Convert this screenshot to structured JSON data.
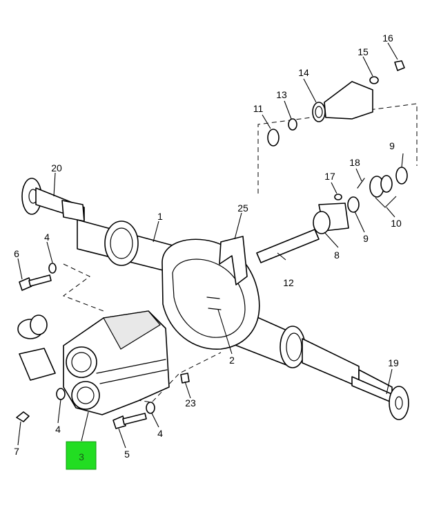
{
  "diagram": {
    "callouts": [
      "1",
      "2",
      "3",
      "4",
      "4",
      "4",
      "5",
      "6",
      "7",
      "8",
      "9",
      "9",
      "10",
      "11",
      "12",
      "13",
      "14",
      "15",
      "16",
      "17",
      "18",
      "19",
      "20",
      "23",
      "25"
    ],
    "highlighted_callout": "3",
    "highlight_color": "#22dd22"
  }
}
